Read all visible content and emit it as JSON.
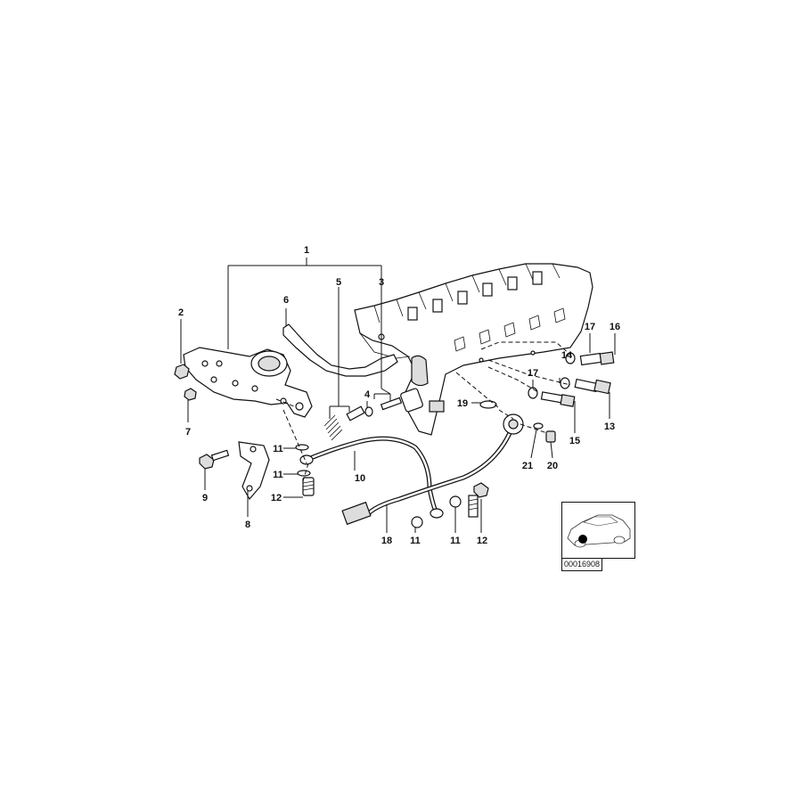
{
  "callouts": {
    "c1": "1",
    "c2": "2",
    "c3": "3",
    "c4": "4",
    "c5": "5",
    "c6": "6",
    "c7": "7",
    "c8": "8",
    "c9": "9",
    "c10": "10",
    "c11a": "11",
    "c11b": "11",
    "c11c": "11",
    "c11d": "11",
    "c12a": "12",
    "c12b": "12",
    "c13": "13",
    "c14": "14",
    "c15": "15",
    "c16": "16",
    "c17a": "17",
    "c17b": "17",
    "c18": "18",
    "c19": "19",
    "c20": "20",
    "c21": "21"
  },
  "thumbnail": {
    "code": "00016908"
  }
}
